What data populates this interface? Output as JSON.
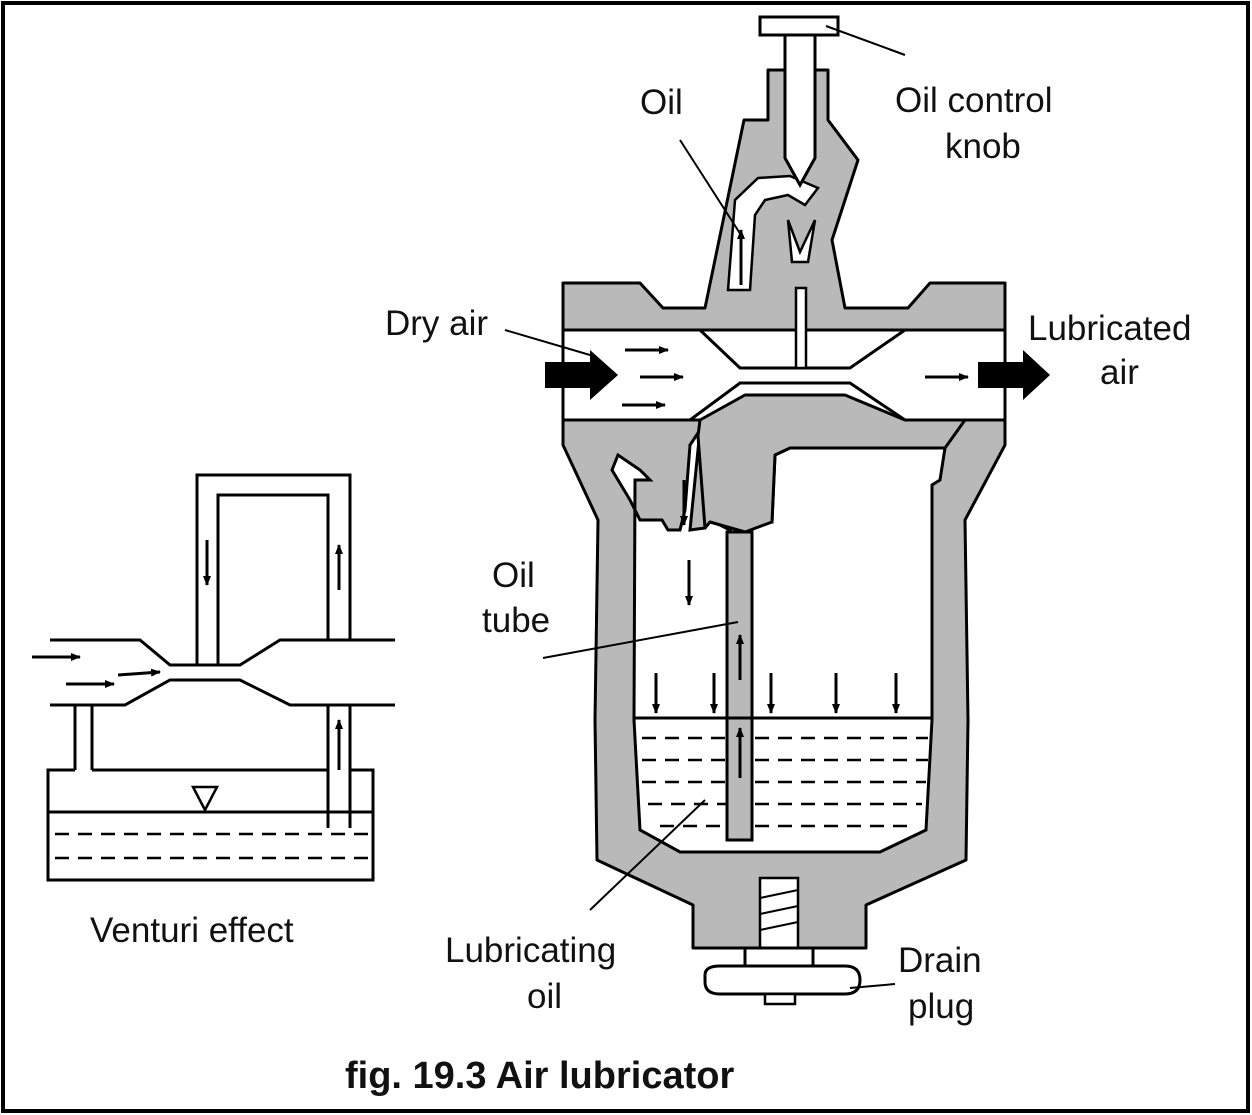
{
  "caption": "fig. 19.3 Air lubricator",
  "labels": {
    "oil": "Oil",
    "oil_control_knob_line1": "Oil control",
    "oil_control_knob_line2": "knob",
    "dry_air": "Dry air",
    "lubricated_air_line1": "Lubricated",
    "lubricated_air_line2": "air",
    "oil_tube_line1": "Oil",
    "oil_tube_line2": "tube",
    "lubricating_oil_line1": "Lubricating",
    "lubricating_oil_line2": "oil",
    "drain_plug_line1": "Drain",
    "drain_plug_line2": "plug",
    "venturi_effect": "Venturi effect"
  },
  "colors": {
    "body_fill": "#b9b9b9",
    "ink": "#000000",
    "background": "#ffffff"
  }
}
